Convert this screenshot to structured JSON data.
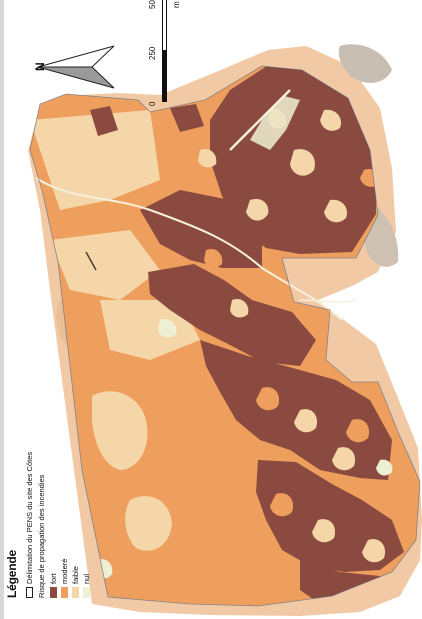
{
  "legend": {
    "title": "Légende",
    "boundary_label": "Délimitation du PENS du site des Côtes",
    "risk_heading": "Risque de propagation des incendies",
    "classes": [
      {
        "label": "fort",
        "color": "#8b4a3f"
      },
      {
        "label": "moderé",
        "color": "#ef9f5d"
      },
      {
        "label": "faible",
        "color": "#f4d6a8"
      },
      {
        "label": "nul",
        "color": "#eef0d4"
      }
    ]
  },
  "scale_bar": {
    "ticks": [
      "0",
      "250",
      "500"
    ],
    "unit": "m"
  },
  "north_arrow": {
    "letter": "N",
    "icon": "north-arrow-icon"
  },
  "colors": {
    "background_terrain": "#f1c9a4",
    "terrain_grey": "#b7a99b",
    "terrain_tan": "#d9b08a",
    "fort": "#8b4a3f",
    "modere": "#ef9f5d",
    "faible": "#f4d6a8",
    "nul": "#eef0d4"
  }
}
